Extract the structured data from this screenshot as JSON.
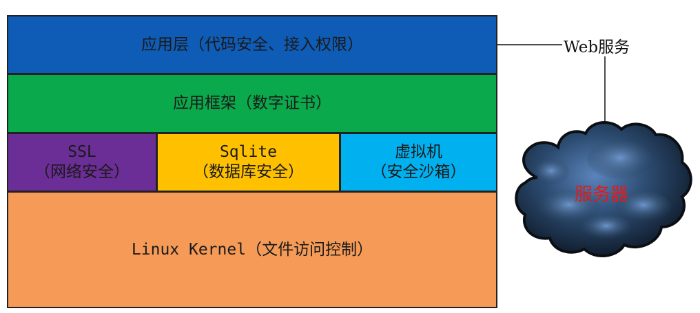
{
  "layers": {
    "application": "应用层（代码安全、接入权限）",
    "framework": "应用框架（数字证书）",
    "ssl": {
      "title": "SSL",
      "subtitle": "（网络安全）"
    },
    "sqlite": {
      "title": "Sqlite",
      "subtitle": "（数据库安全）"
    },
    "vm": {
      "title": "虚拟机",
      "subtitle": "（安全沙箱）"
    },
    "kernel": "Linux Kernel（文件访问控制）"
  },
  "web_service_label": "Web服务",
  "server_label": "服务器",
  "colors": {
    "application": "#0f5cb6",
    "framework": "#0aa94c",
    "ssl": "#6b2d96",
    "sqlite": "#ffc000",
    "vm": "#00b0ef",
    "kernel": "#f59b57",
    "server_text": "#e21a1a"
  }
}
